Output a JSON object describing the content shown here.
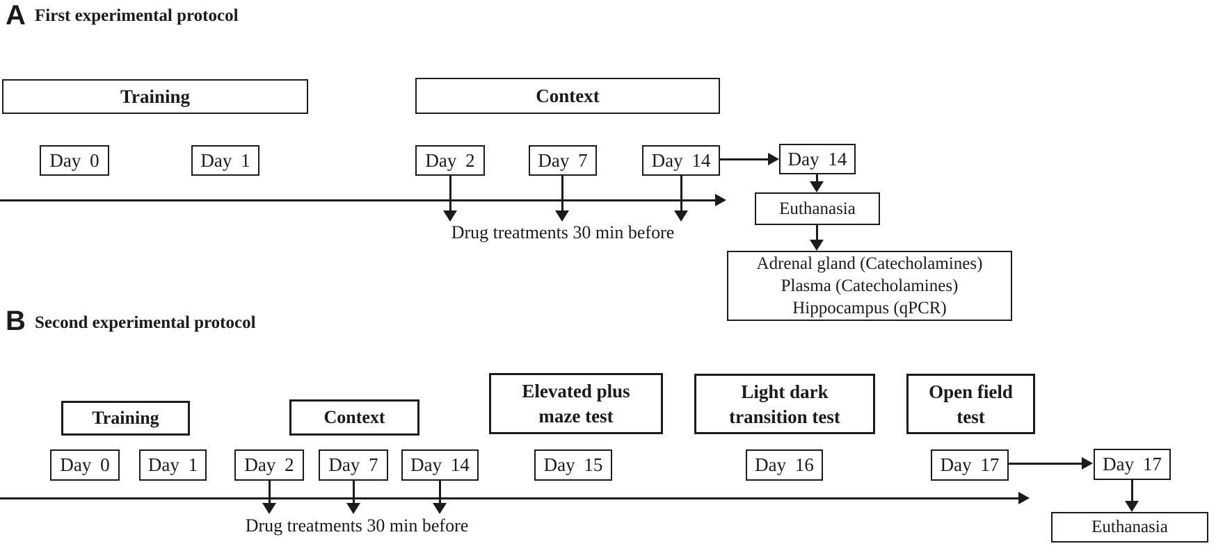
{
  "panel_a": {
    "label": "A",
    "title": "First experimental protocol",
    "training_label": "Training",
    "context_label": "Context",
    "days": [
      "Day 0",
      "Day 1",
      "Day 2",
      "Day 7",
      "Day 14"
    ],
    "day14_transfer": "Day 14",
    "euthanasia_label": "Euthanasia",
    "drug_note": "Drug treatments 30 min before",
    "outcomes": {
      "line1": "Adrenal gland (Catecholamines)",
      "line2": "Plasma (Catecholamines)",
      "line3": "Hippocampus (qPCR)"
    }
  },
  "panel_b": {
    "label": "B",
    "title": "Second experimental protocol",
    "training_label": "Training",
    "context_label": "Context",
    "epm": {
      "line1": "Elevated plus",
      "line2": "maze test"
    },
    "ldt": {
      "line1": "Light dark",
      "line2": "transition test"
    },
    "oft": {
      "line1": "Open field",
      "line2": "test"
    },
    "days": [
      "Day 0",
      "Day 1",
      "Day 2",
      "Day 7",
      "Day 14",
      "Day 15",
      "Day 16",
      "Day 17"
    ],
    "day17_transfer": "Day 17",
    "euthanasia_label": "Euthanasia",
    "drug_note": "Drug treatments 30 min before"
  },
  "colors": {
    "line": "#1b1b1b",
    "background": "#ffffff"
  }
}
